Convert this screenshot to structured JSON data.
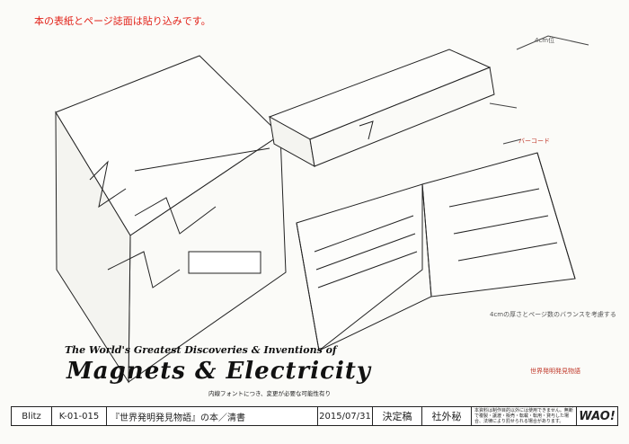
{
  "sheet_note": "本の表紙とページ誌面は貼り込みです。",
  "book_cover": {
    "series_line": "The World's Greatest Discoveries & Inventions of",
    "title": "Magnets & Electricity"
  },
  "annotations": {
    "spine_thickness": "4cm位",
    "barcode_note": "バーコード",
    "page_balance_note": "4cmの厚さとページ数のバランスを考慮する",
    "page_number_note": "世界発明発見物語"
  },
  "logo": {
    "series_line": "The World's Greatest Discoveries & Inventions of",
    "title": "Magnets & Electricity"
  },
  "font_note": "内線フォントにつき、変更が必要な可能性有り",
  "title_block": {
    "client": "Blitz",
    "code": "K-01-015",
    "title": "『世界発明発見物語』の本／清書",
    "date": "2015/07/31",
    "status": "決定稿",
    "confidential": "社外秘",
    "legal": "本資料は制作目的以外には使用できません。無断で複製・譲渡・販売・転載・転用・貸与した場合、法律により罰せられる場合があります。",
    "brand": "WAO!"
  },
  "colors": {
    "red_note": "#e2231a",
    "line": "#222222"
  }
}
